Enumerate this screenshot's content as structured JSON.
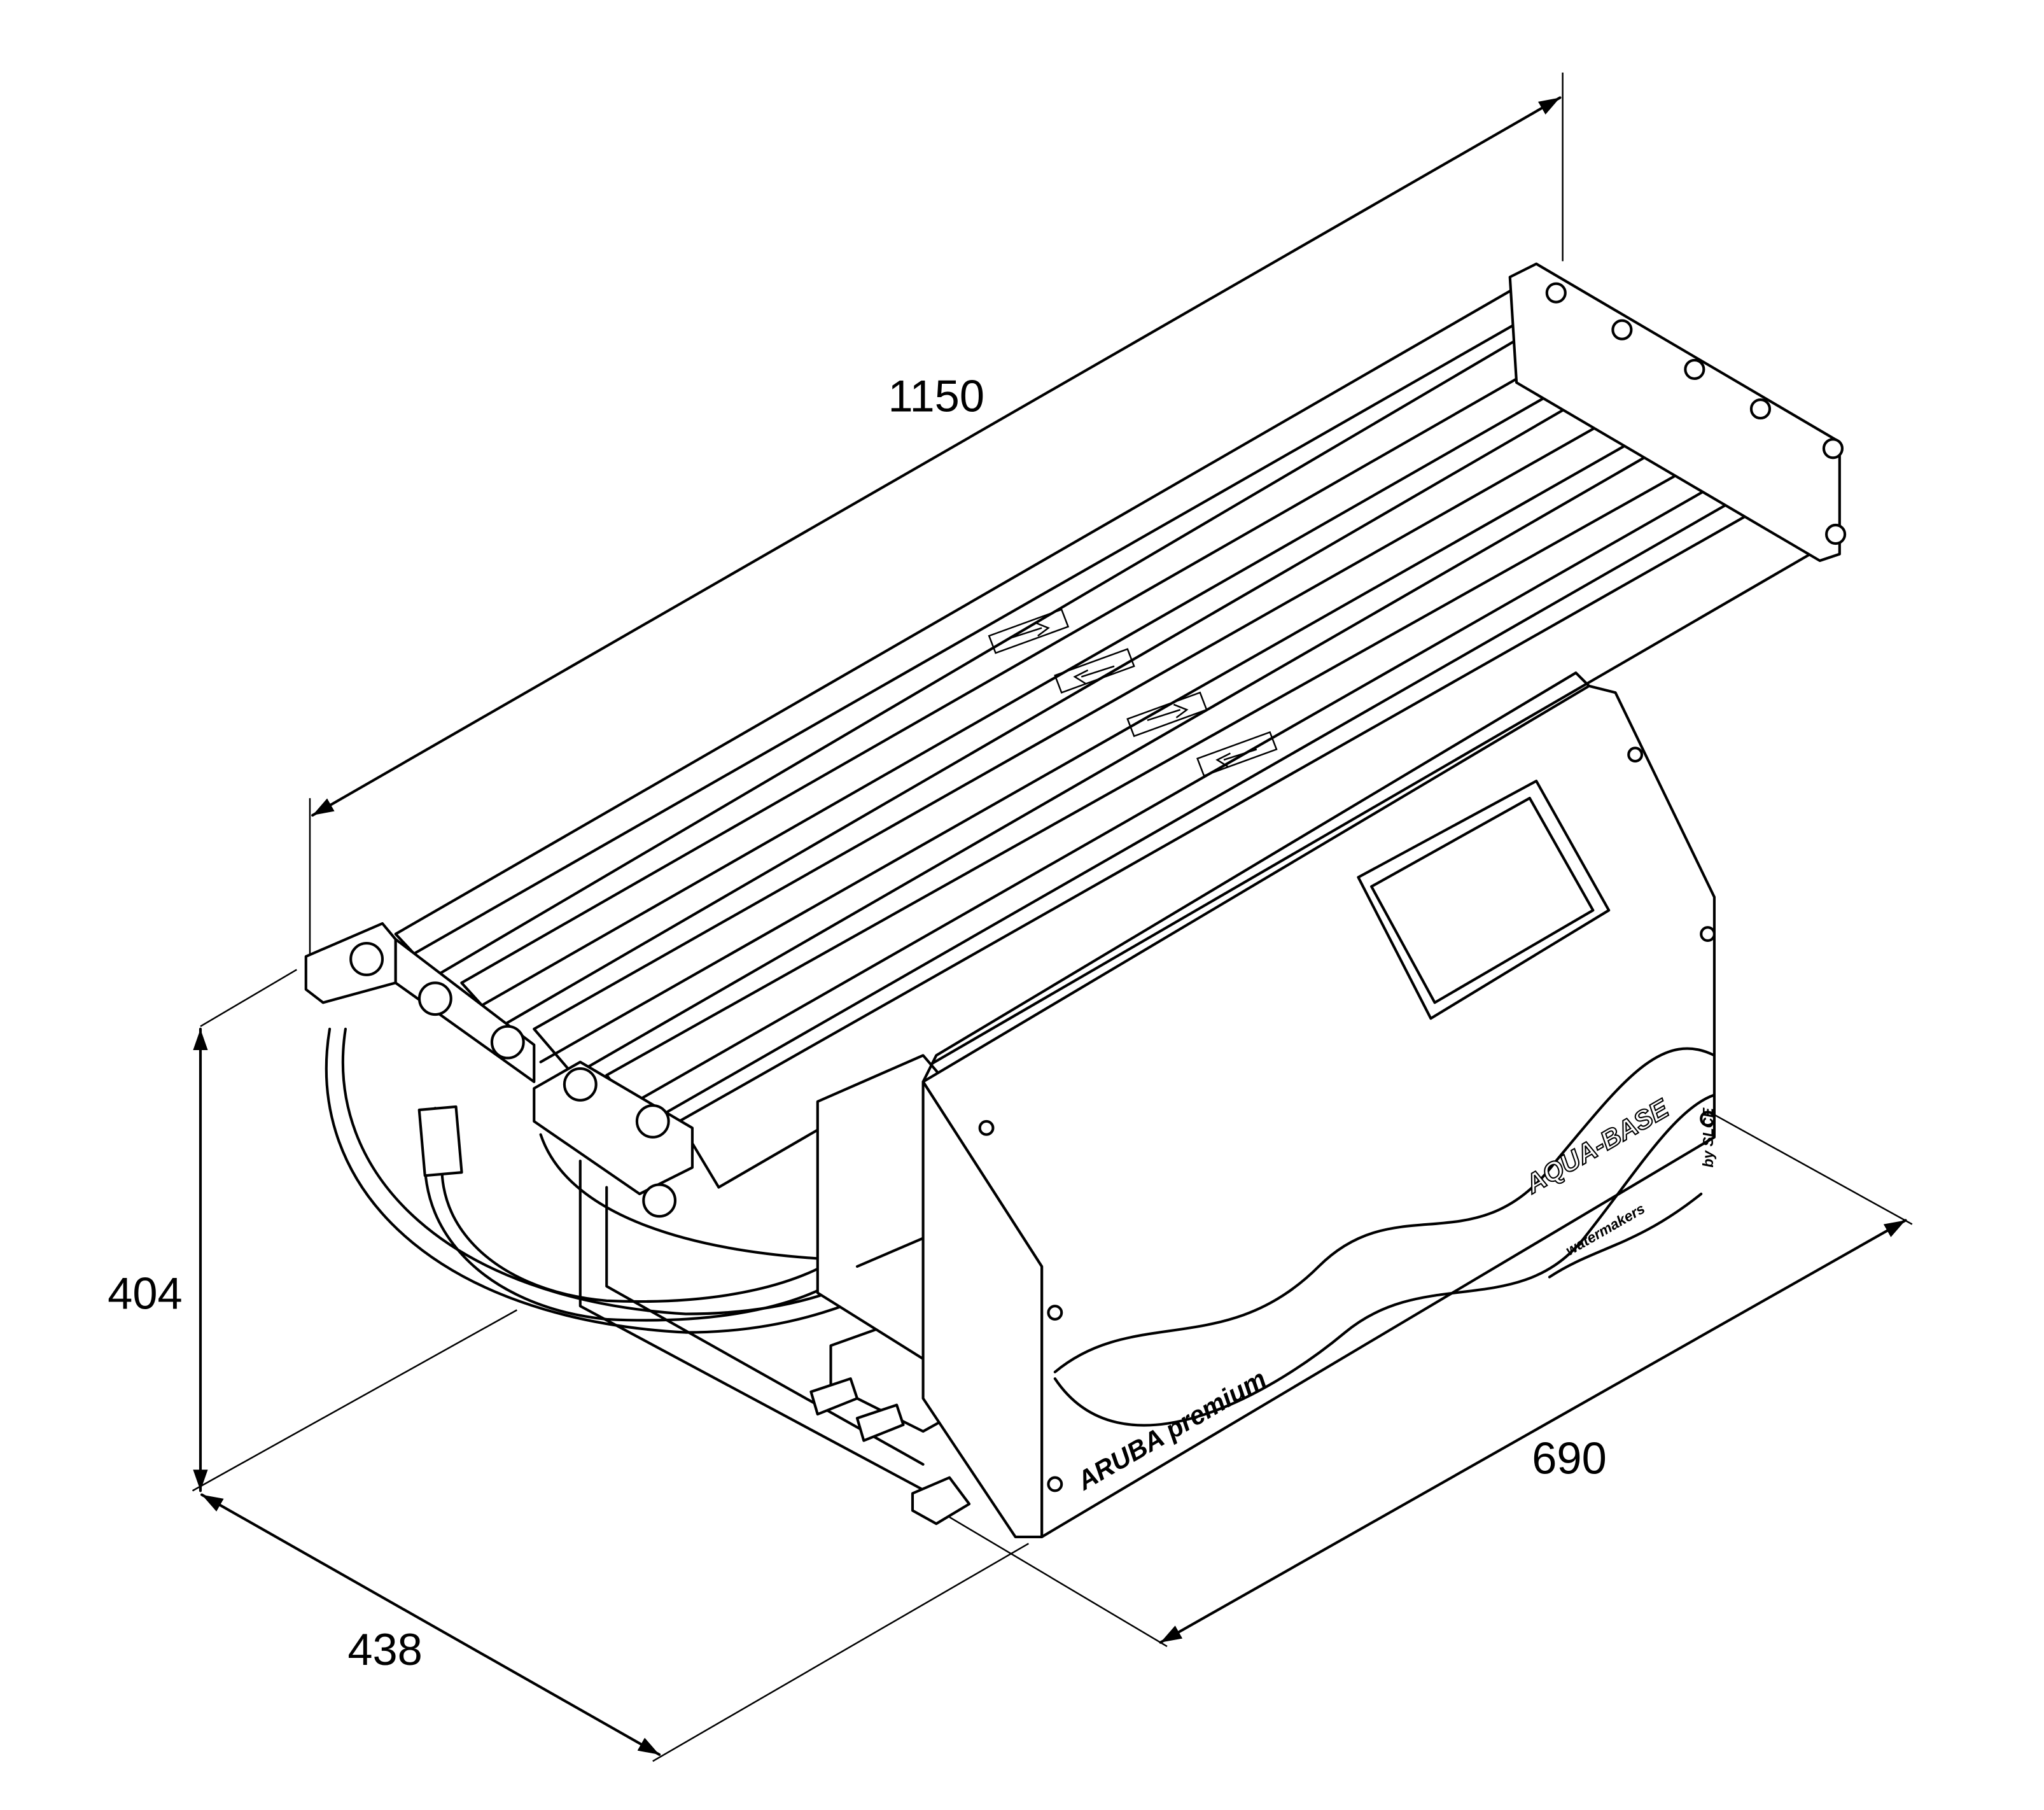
{
  "dimensions": {
    "length": "1150",
    "height": "404",
    "width": "438",
    "depth": "690"
  },
  "labels": {
    "brand": "AQUA-BASE",
    "brand_sub": "watermakers",
    "brand_by": "by SLCE",
    "model": "ARUBA premium"
  },
  "colors": {
    "line": "#000000",
    "background": "#ffffff"
  }
}
